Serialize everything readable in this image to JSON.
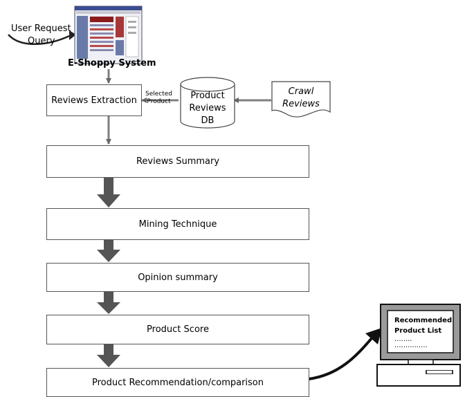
{
  "request": {
    "line1": "User Request",
    "line2": "Query"
  },
  "system": {
    "title": "E-Shoppy System"
  },
  "process": {
    "reviews_extraction": "Reviews Extraction",
    "reviews_summary": "Reviews Summary",
    "mining_technique": "Mining Technique",
    "opinion_summary": "Opinion summary",
    "product_score": "Product Score",
    "product_recommendation": "Product Recommendation/comparison"
  },
  "database": {
    "line1": "Product",
    "line2": "Reviews",
    "line3": "DB"
  },
  "selected_product": {
    "line1": "Selected",
    "line2": "Product"
  },
  "crawl": {
    "line1": "Crawl",
    "line2": "Reviews"
  },
  "monitor": {
    "line1": "Recommended",
    "line2": "Product List",
    "dots1": "........",
    "dots2": "..............."
  },
  "colors": {
    "thick_arrow": "#555555",
    "thin_arrow": "#7f7f7f",
    "screenshot_accent": "#8b1a1a"
  }
}
